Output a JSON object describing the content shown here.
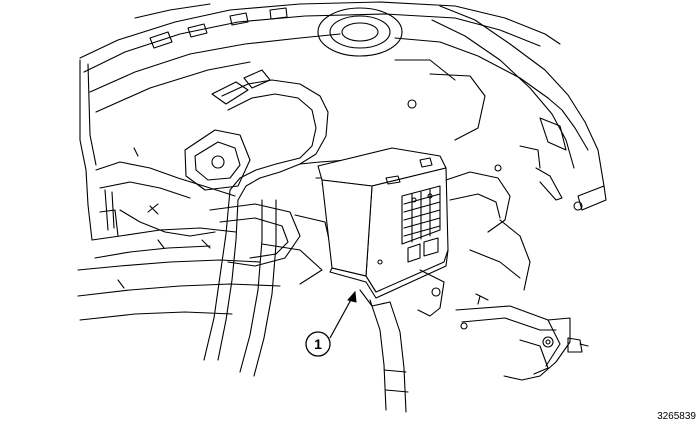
{
  "diagram": {
    "callouts": [
      {
        "number": "1",
        "part": "fuse-relay-box"
      }
    ],
    "figure_id": "3265839",
    "line_color": "#000000",
    "background_color": "#ffffff"
  }
}
